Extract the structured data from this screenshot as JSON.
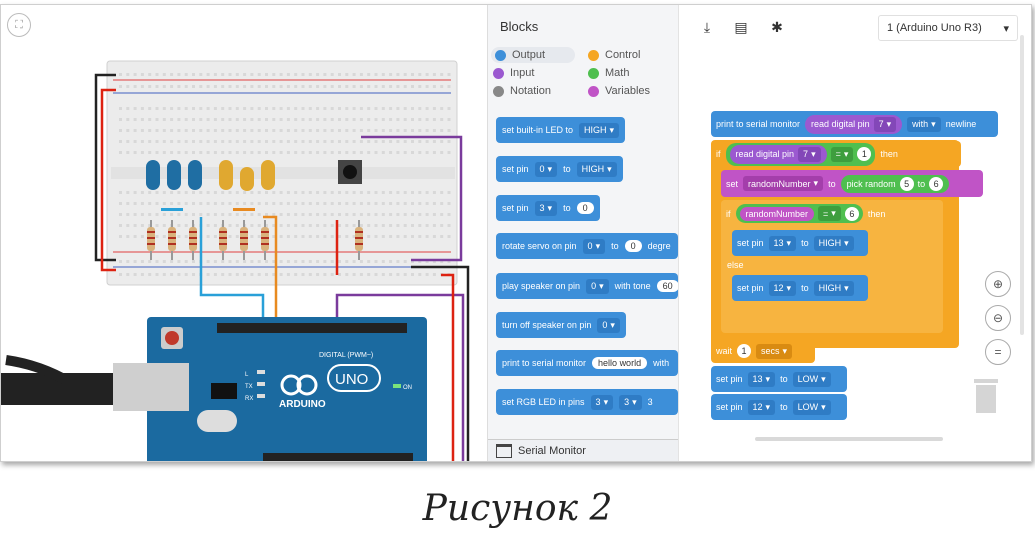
{
  "caption": "Рисунок 2",
  "palette": {
    "title": "Blocks",
    "categories": [
      {
        "label": "Output",
        "color": "#3d8fd9"
      },
      {
        "label": "Control",
        "color": "#f5a623"
      },
      {
        "label": "Input",
        "color": "#9b59d0"
      },
      {
        "label": "Math",
        "color": "#4fbf4f"
      },
      {
        "label": "Notation",
        "color": "#888888"
      },
      {
        "label": "Variables",
        "color": "#c054c6"
      }
    ],
    "blocks": {
      "b1": {
        "t1": "set built-in LED to",
        "v1": "HIGH"
      },
      "b2": {
        "t1": "set pin",
        "v1": "0",
        "t2": "to",
        "v2": "HIGH"
      },
      "b3": {
        "t1": "set pin",
        "v1": "3",
        "t2": "to",
        "v2": "0"
      },
      "b4": {
        "t1": "rotate servo on pin",
        "v1": "0",
        "t2": "to",
        "v2": "0",
        "t3": "degre"
      },
      "b5": {
        "t1": "play speaker on pin",
        "v1": "0",
        "t2": "with tone",
        "v2": "60"
      },
      "b6": {
        "t1": "turn off speaker on pin",
        "v1": "0"
      },
      "b7": {
        "t1": "print to serial monitor",
        "v1": "hello world",
        "t2": "with"
      },
      "b8": {
        "t1": "set RGB LED in pins",
        "v1": "3",
        "v2": "3",
        "v3": "3"
      }
    },
    "serial_monitor": "Serial Monitor"
  },
  "toolbar": {
    "download_icon": "download-icon",
    "upload_icon": "upload-icon",
    "debug_icon": "bug-icon",
    "board": "1 (Arduino Uno R3)"
  },
  "workspace": {
    "print": {
      "t1": "print to serial monitor",
      "v1": "read digital pin",
      "v2": "7",
      "t2": "with",
      "t3": "newline"
    },
    "if1": {
      "t1": "if",
      "v1": "read digital pin",
      "v2": "7",
      "op": "=",
      "v3": "1",
      "t2": "then"
    },
    "setvar": {
      "t1": "set",
      "v1": "randomNumber",
      "t2": "to",
      "v2": "pick random",
      "v3": "5",
      "t3": "to",
      "v4": "6"
    },
    "if2": {
      "t1": "if",
      "v1": "randomNumber",
      "op": "=",
      "v2": "6",
      "t2": "then"
    },
    "setpin13": {
      "t1": "set pin",
      "v1": "13",
      "t2": "to",
      "v2": "HIGH"
    },
    "else": "else",
    "setpin12": {
      "t1": "set pin",
      "v1": "12",
      "t2": "to",
      "v2": "HIGH"
    },
    "wait": {
      "t1": "wait",
      "v1": "1",
      "v2": "secs"
    },
    "low13": {
      "t1": "set pin",
      "v1": "13",
      "t2": "to",
      "v2": "LOW"
    },
    "low12": {
      "t1": "set pin",
      "v1": "12",
      "t2": "to",
      "v2": "LOW"
    }
  },
  "arduino": {
    "brand": "ARDUINO",
    "model": "UNO",
    "digital": "DIGITAL (PWM~)",
    "on": "ON",
    "tx": "TX",
    "rx": "RX",
    "l": "L"
  }
}
